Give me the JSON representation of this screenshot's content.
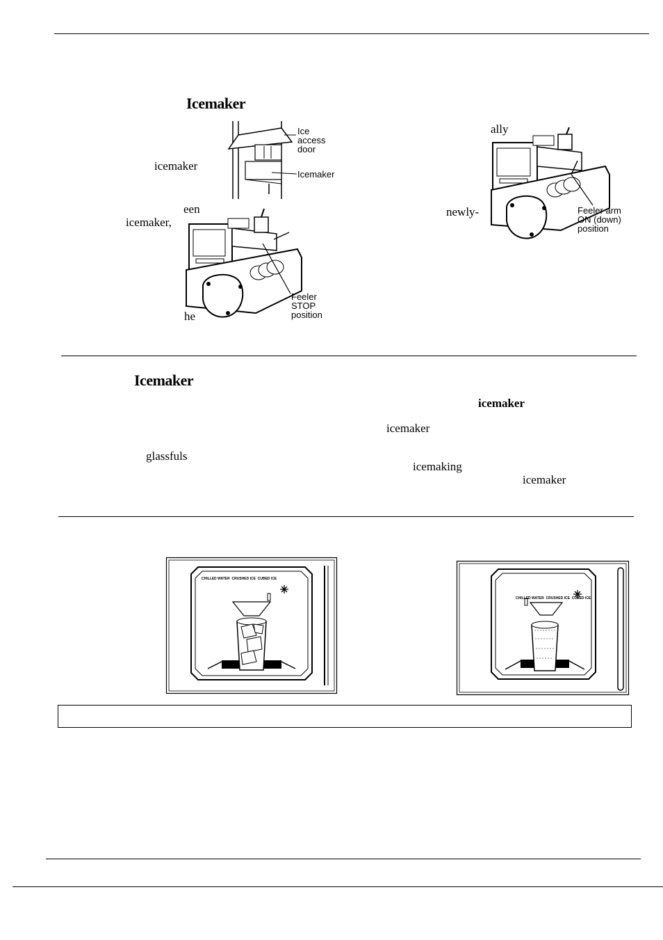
{
  "section1": {
    "heading": "Icemaker",
    "text_fragments": {
      "ally": "ally",
      "icemaker": "icemaker",
      "een": "een",
      "icemaker_comma": "icemaker,",
      "newly": "newly-",
      "he": "he"
    },
    "figure_access": {
      "callout_ice_access_door": [
        "Ice",
        "access",
        "door"
      ],
      "callout_icemaker": "Icemaker"
    },
    "figure_stop": {
      "callout": [
        "Feeler",
        "STOP",
        "position"
      ]
    },
    "figure_on": {
      "callout": [
        "Feeler arm",
        "ON (down)",
        "position"
      ]
    }
  },
  "section2": {
    "heading": "Icemaker",
    "text_fragments": {
      "icemaker_bold": "icemaker",
      "icemaker_1": "icemaker",
      "glassfuls": "glassfuls",
      "icemaking": "icemaking",
      "icemaker_2": "icemaker"
    }
  },
  "dispenser_panels": {
    "left": {
      "labels": [
        "CHILLED WATER",
        "CRUSHED ICE",
        "CUBED ICE"
      ]
    },
    "right": {
      "labels": [
        "CHILLED WATER",
        "CRUSHED ICE",
        "CUBED ICE"
      ]
    }
  }
}
